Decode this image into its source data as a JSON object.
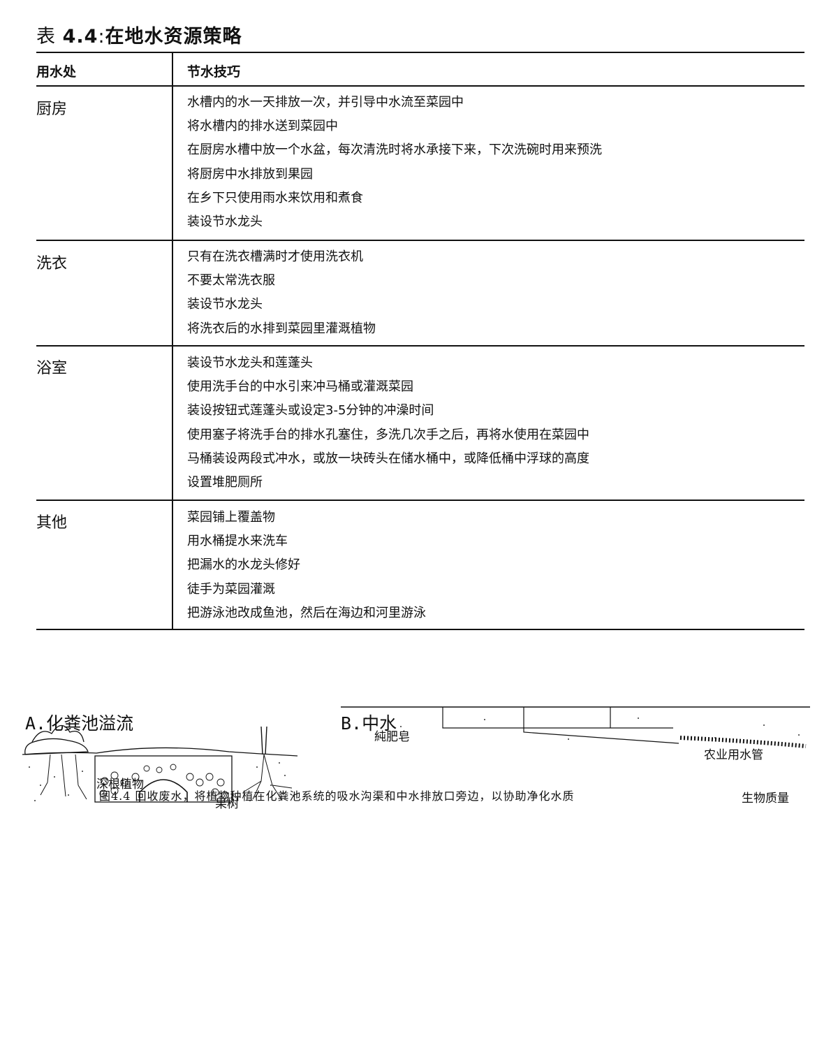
{
  "table": {
    "title_prefix": "表",
    "title_number": "4.4",
    "title_sep": ":",
    "title_text": "在地水资源策略",
    "headers": {
      "usage": "用水处",
      "tips": "节水技巧"
    },
    "rows": [
      {
        "category": "厨房",
        "tips": [
          "水槽内的水一天排放一次，并引导中水流至菜园中",
          "将水槽内的排水送到菜园中",
          "在厨房水槽中放一个水盆，每次清洗时将水承接下来，下次洗碗时用来预洗",
          "将厨房中水排放到果园",
          "在乡下只使用雨水来饮用和煮食",
          "装设节水龙头"
        ]
      },
      {
        "category": "洗衣",
        "tips": [
          "只有在洗衣槽满时才使用洗衣机",
          "不要太常洗衣服",
          "装设节水龙头",
          "将洗衣后的水排到菜园里灌溉植物"
        ]
      },
      {
        "category": "浴室",
        "tips": [
          "装设节水龙头和莲蓬头",
          "使用洗手台的中水引来冲马桶或灌溉菜园",
          "装设按钮式莲蓬头或设定3-5分钟的冲澡时间",
          "使用塞子将洗手台的排水孔塞住，多洗几次手之后，再将水使用在菜园中",
          "马桶装设两段式冲水，或放一块砖头在储水桶中，或降低桶中浮球的高度",
          "设置堆肥厕所"
        ]
      },
      {
        "category": "其他",
        "tips": [
          "菜园铺上覆盖物",
          "用水桶提水来洗车",
          "把漏水的水龙头修好",
          "徒手为菜园灌溉",
          "把游泳池改成鱼池，然后在海边和河里游泳"
        ]
      }
    ]
  },
  "figure": {
    "panel_a": {
      "label": "A.化粪池溢流",
      "deep_root_label": "深根植物",
      "fruit_tree_label": "果树"
    },
    "panel_b": {
      "label": "B.中水",
      "soap_label": "純肥皂",
      "biomass_label": "生物质量",
      "pipe_label": "农业用水管"
    },
    "caption": "图4.4 回收废水，将植物种植在化粪池系统的吸水沟渠和中水排放口旁边，以协助净化水质"
  }
}
